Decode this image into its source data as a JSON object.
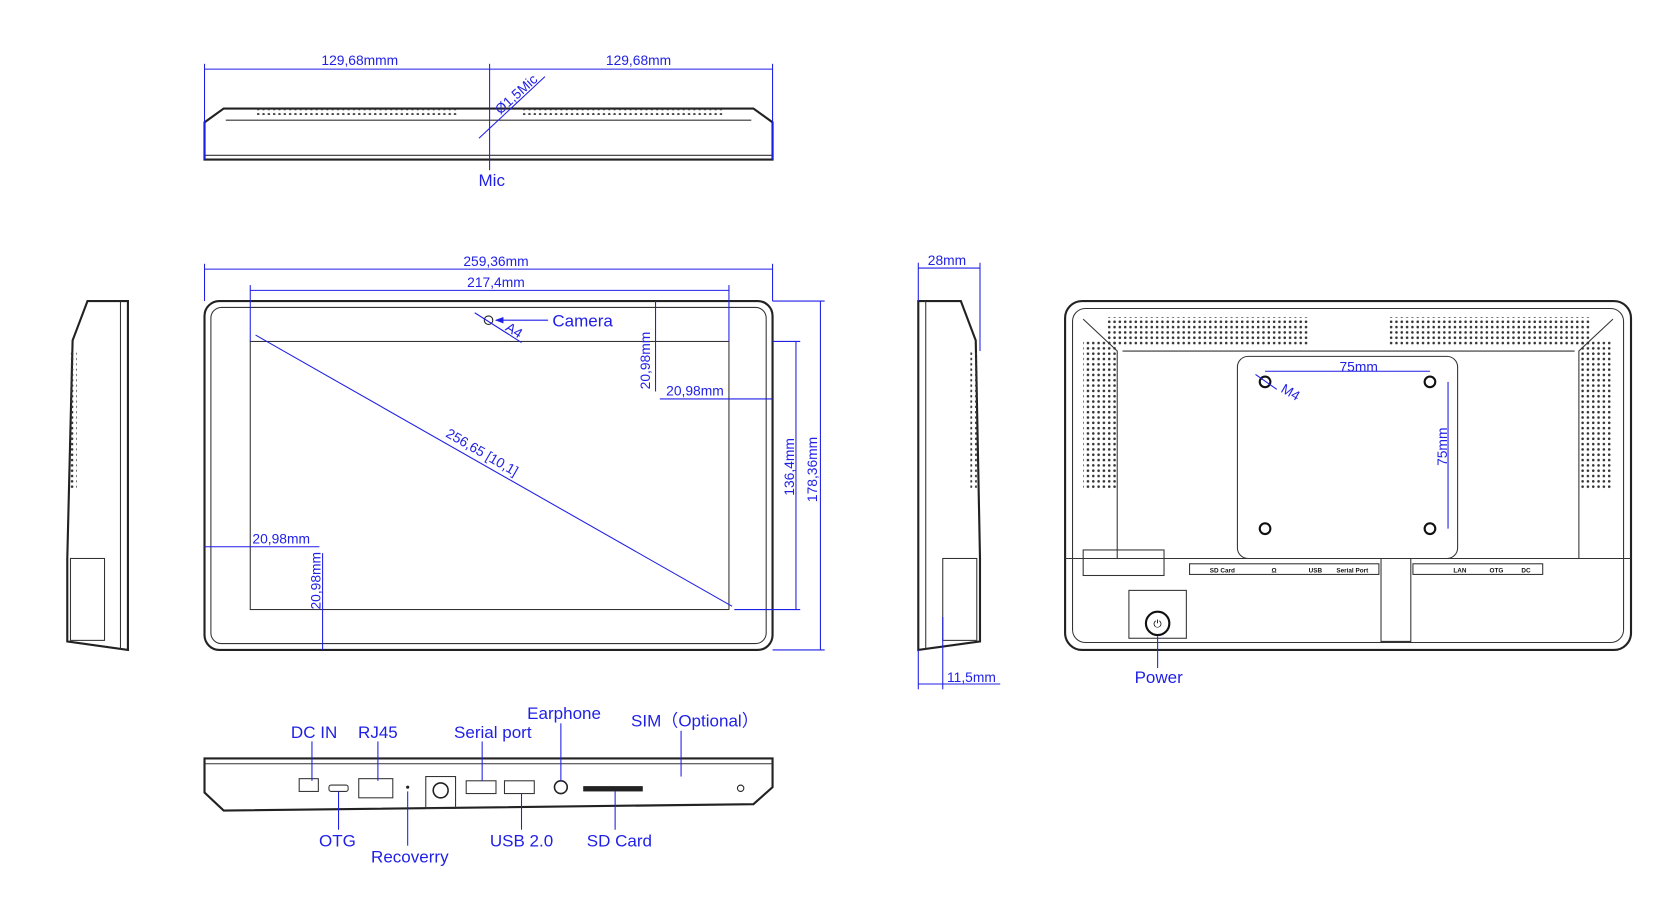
{
  "top_view": {
    "width_left": "129,68mmm",
    "width_right": "129,68mm",
    "mic_hole": "Ø1,5Mic",
    "mic_label": "Mic"
  },
  "front_view": {
    "overall_width": "259,36mm",
    "screen_width": "217,4mm",
    "camera_label": "Camera",
    "camera_size": "A4",
    "diagonal": "256,65 [10,1]",
    "top_bezel": "20,98mm",
    "right_bezel": "20,98mm",
    "left_bezel": "20,98mm",
    "bottom_bezel": "20,98mm",
    "screen_height": "136,4mm",
    "overall_height": "178,36mm"
  },
  "side_view": {
    "depth": "28mm",
    "base_depth": "11,5mm"
  },
  "back_view": {
    "vesa_h": "75mm",
    "vesa_v": "75mm",
    "screw": "M4",
    "power_label": "Power",
    "port_labels_left": [
      "SD Card",
      "USB",
      "Serial Port"
    ],
    "port_labels_right": [
      "LAN",
      "OTG",
      "DC"
    ]
  },
  "bottom_view": {
    "dc_in": "DC IN",
    "rj45": "RJ45",
    "serial_port": "Serial port",
    "earphone": "Earphone",
    "sim": "SIM（Optional）",
    "otg": "OTG",
    "recovery": "Recoverry",
    "usb": "USB 2.0",
    "sd_card": "SD Card"
  }
}
